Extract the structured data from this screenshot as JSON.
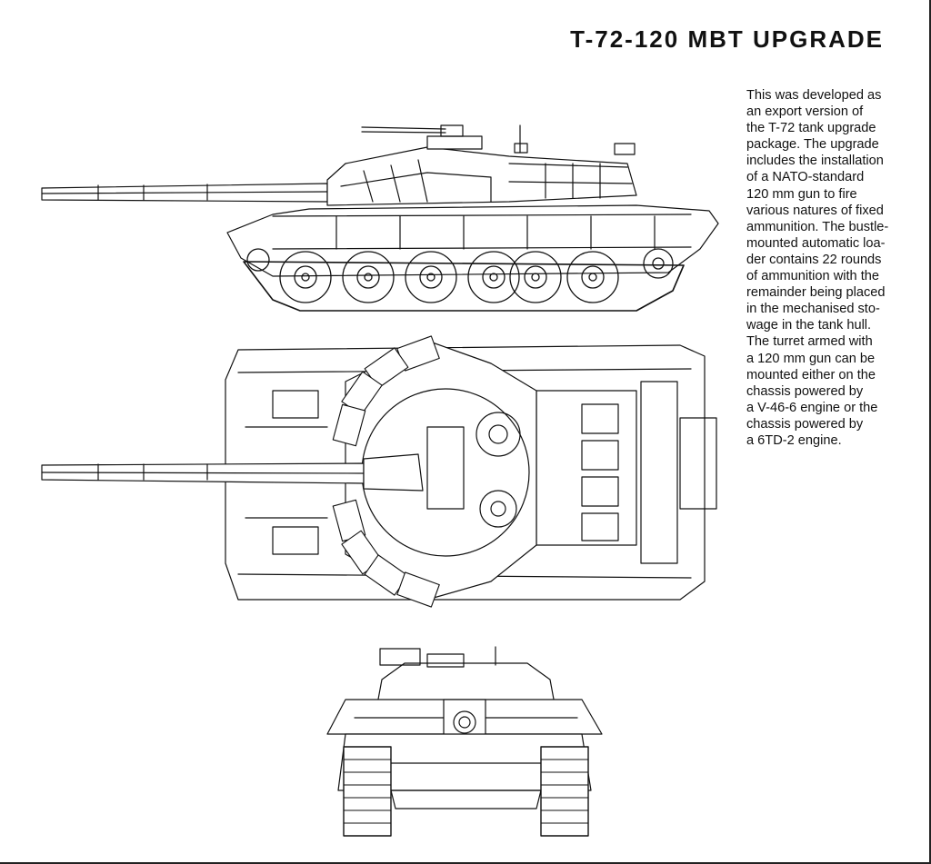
{
  "page": {
    "title": "T-72-120 MBT UPGRADE",
    "description_lines": [
      "This was developed as",
      "an export version of",
      "the T-72 tank upgrade",
      "package. The upgrade",
      "includes the installation",
      "of a NATO-standard",
      "120 mm gun to fire",
      "various natures of fixed",
      "ammunition. The bustle-",
      "mounted automatic loa-",
      "der contains 22 rounds",
      "of ammunition with the",
      "remainder being placed",
      "in the mechanised sto-",
      "wage in the tank hull.",
      "The turret armed with",
      "a 120 mm gun can be",
      "mounted either on the",
      "chassis powered by",
      "a V-46-6 engine or the",
      "chassis powered by",
      "a 6TD-2 engine."
    ],
    "colors": {
      "ink": "#111111",
      "paper": "#ffffff"
    }
  }
}
